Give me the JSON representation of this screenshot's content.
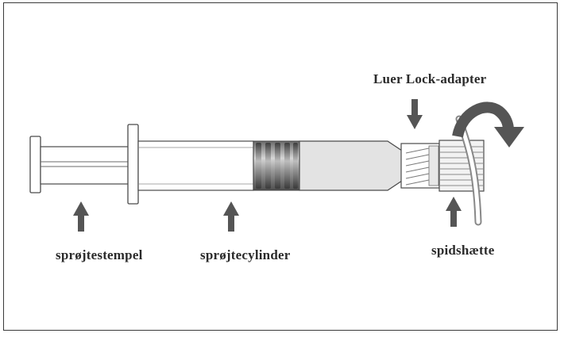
{
  "labels": {
    "plunger": "sprøjtestempel",
    "barrel": "sprøjtecylinder",
    "luer_lock": "Luer Lock-adapter",
    "tip_cap": "spidshætte"
  },
  "colors": {
    "outline": "#4a4a4a",
    "arrow": "#555555",
    "barrel_fill": "#e3e3e3",
    "stopper_dark": "#5a5a5a",
    "stopper_light": "#b8b8b8",
    "tip_cap_fill": "#f2f2f2",
    "frame": "#3a3a3a"
  }
}
